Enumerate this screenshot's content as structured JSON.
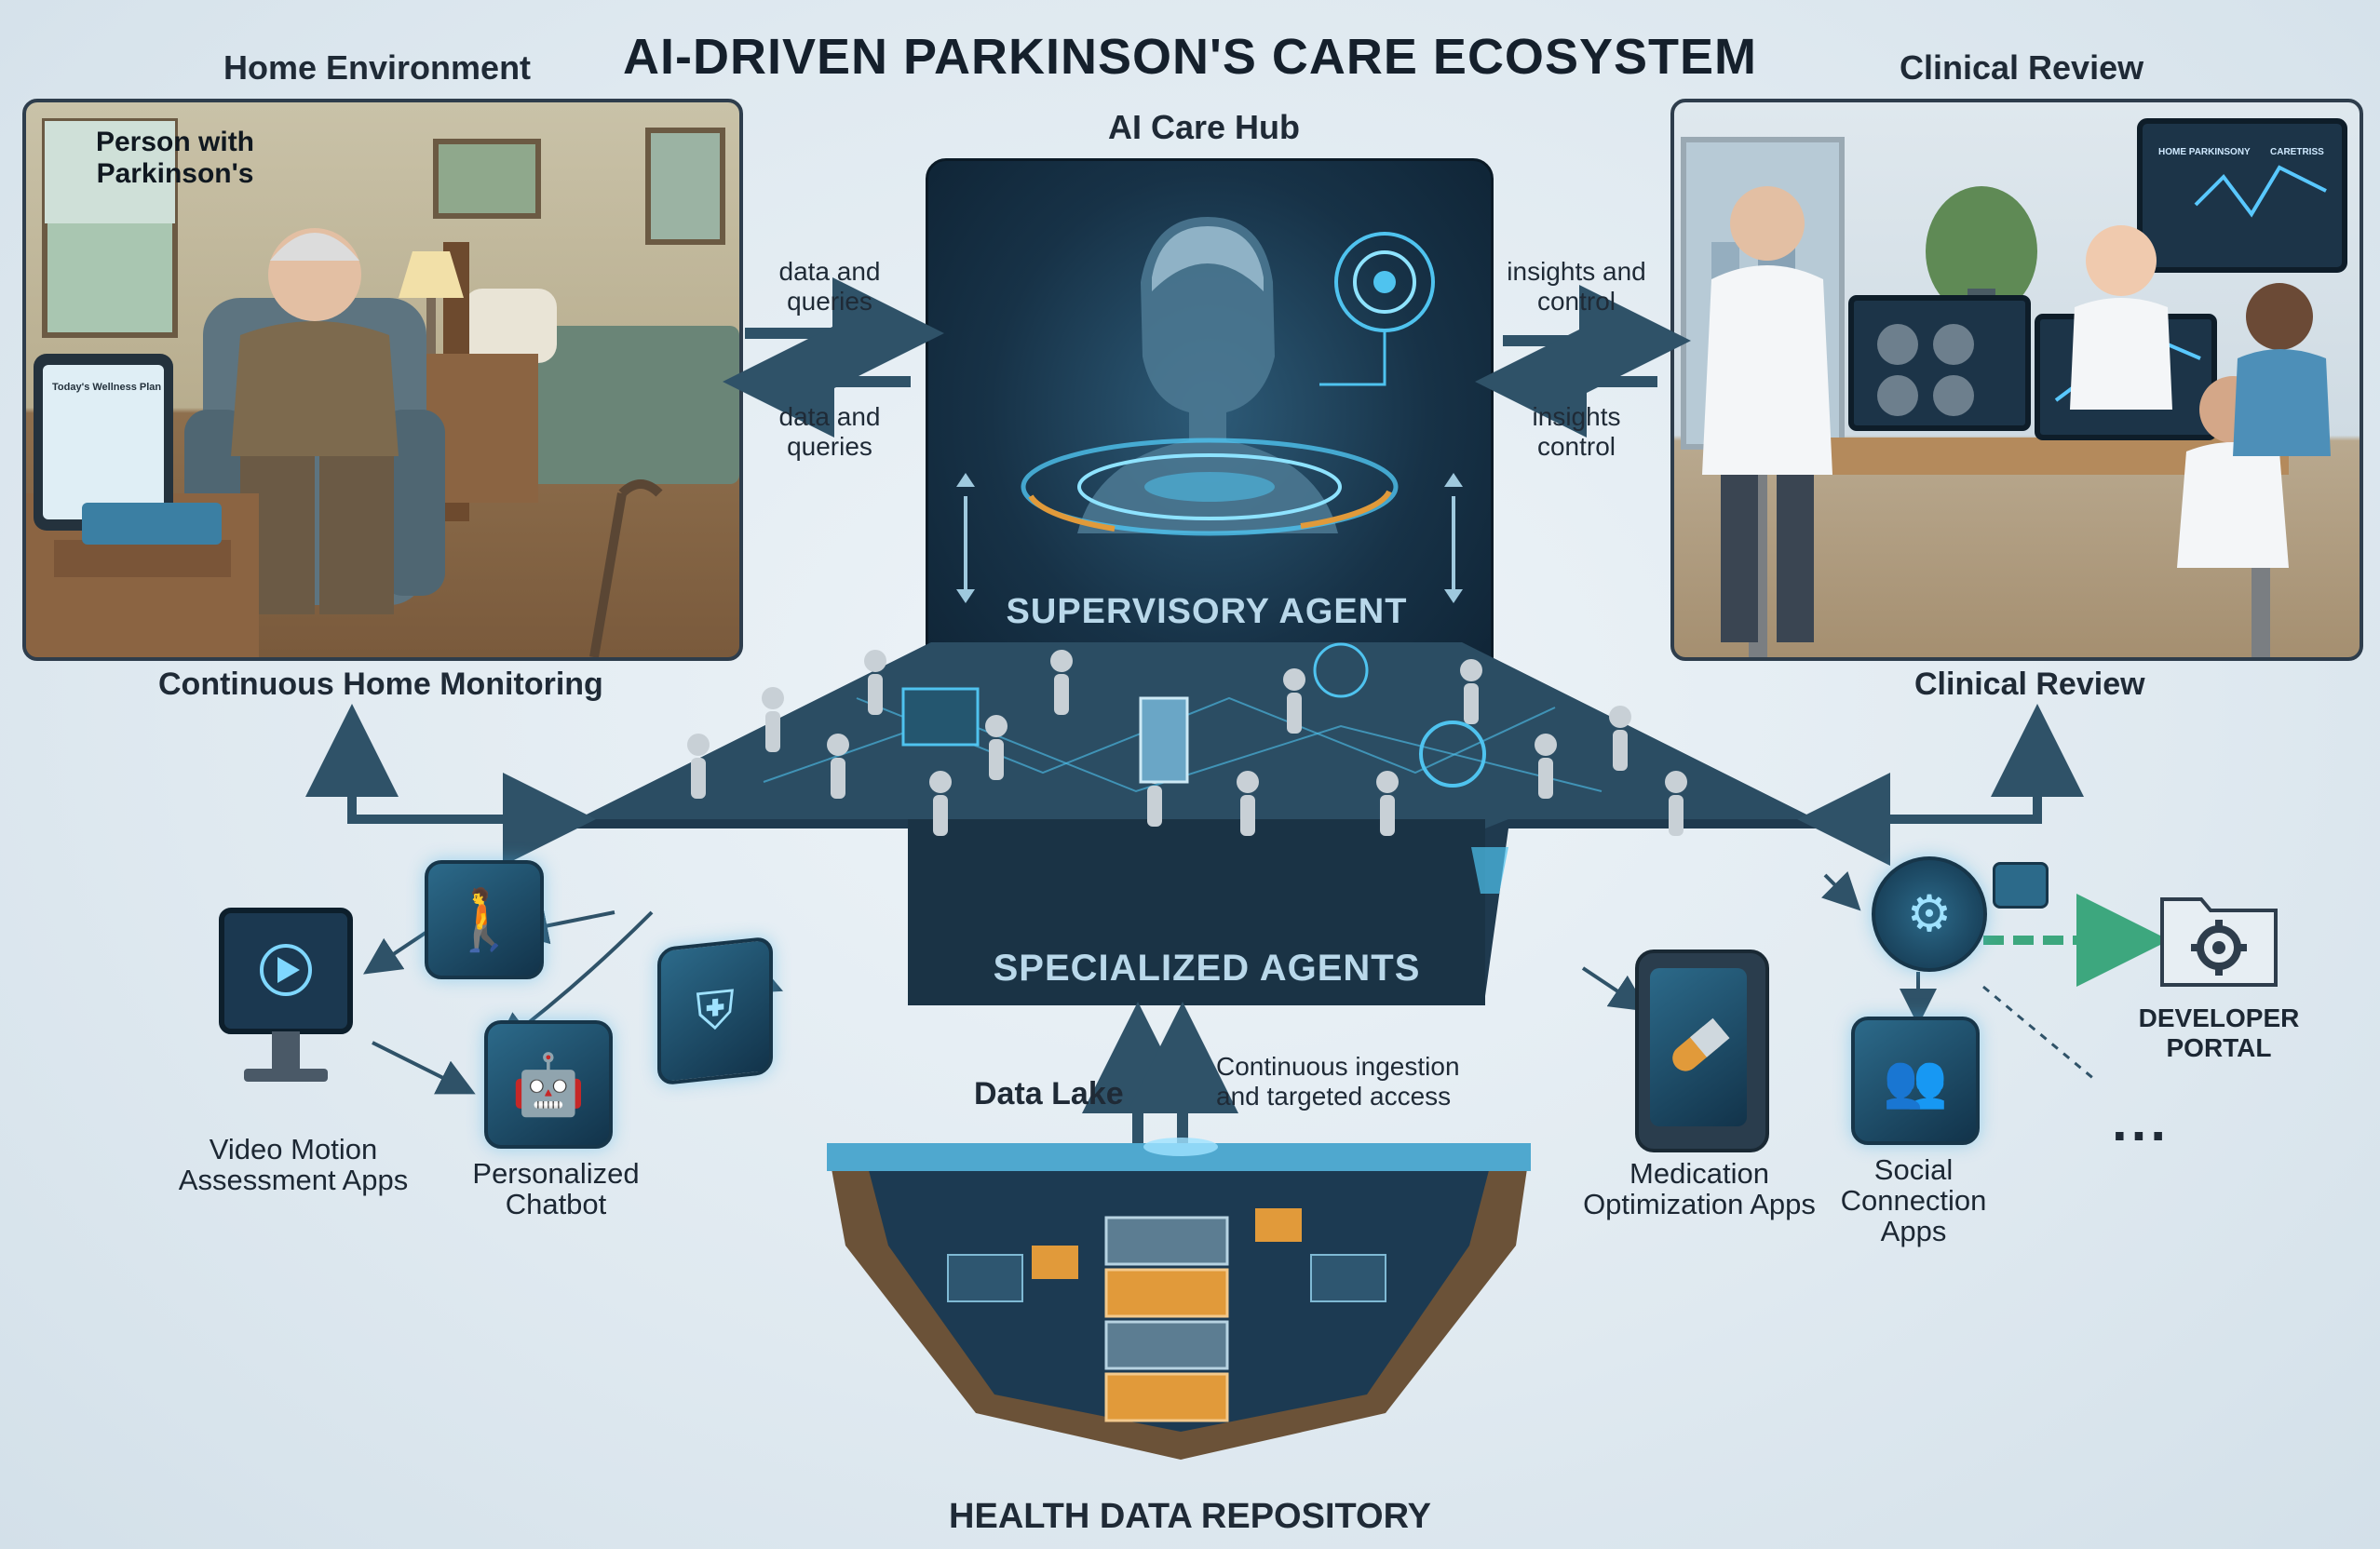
{
  "title": "AI-DRIVEN PARKINSON'S CARE ECOSYSTEM",
  "home": {
    "header": "Home Environment",
    "person_label": "Person with Parkinson's",
    "tablet_title": "Today's Wellness Plan",
    "footer": "Continuous Home Monitoring"
  },
  "clinical": {
    "header": "Clinical Review",
    "screen_title": "HOME PARKINSONY",
    "screen_subtitle": "CARETRISS",
    "footer": "Clinical Review"
  },
  "hub": {
    "title": "AI Care Hub",
    "supervisory": "SUPERVISORY AGENT",
    "specialized": "SPECIALIZED AGENTS"
  },
  "arrows": {
    "left_top": "data and queries",
    "left_bottom": "data and queries",
    "right_top": "insights and control",
    "right_bottom": "insights control",
    "lake_caption": "Continuous ingestion and targeted access"
  },
  "apps": {
    "video_motion": "Video Motion Assessment Apps",
    "chatbot": "Personalized Chatbot",
    "medication": "Medication Optimization Apps",
    "social": "Social Connection Apps",
    "developer": "DEVELOPER PORTAL",
    "more": "..."
  },
  "data_lake": {
    "label": "Data Lake",
    "repository": "HEALTH DATA REPOSITORY"
  },
  "icons": {
    "walking": "walking-person-icon",
    "play": "play-icon",
    "robot": "robot-chat-icon",
    "shield": "shield-icon",
    "pill": "pill-icon",
    "people": "people-network-icon",
    "gear": "gear-icon",
    "brain": "brain-gear-icon"
  },
  "colors": {
    "hub_dark": "#173247",
    "glow": "#4fc3ef",
    "arrow": "#2f5268",
    "accent_orange": "#e19a3a"
  }
}
